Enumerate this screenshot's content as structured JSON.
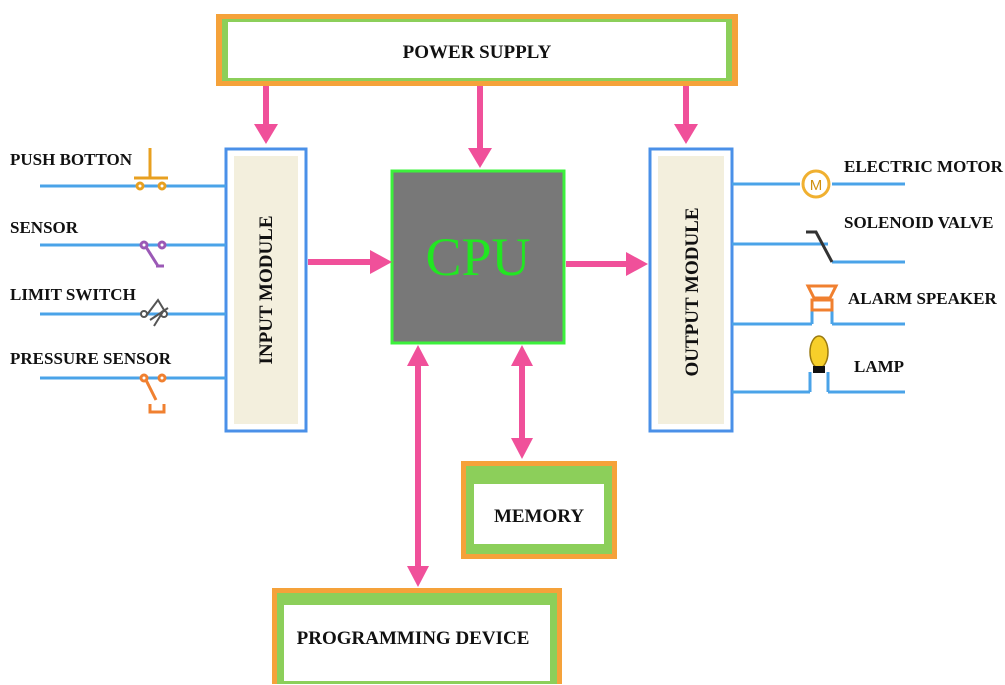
{
  "blocks": {
    "power_supply": "POWER SUPPLY",
    "cpu": "CPU",
    "input_module": "INPUT MODULE",
    "output_module": "OUTPUT MODULE",
    "memory": "MEMORY",
    "programming_device": "PROGRAMMING DEVICE"
  },
  "inputs": [
    "PUSH BOTTON",
    "SENSOR",
    "LIMIT SWITCH",
    "PRESSURE SENSOR"
  ],
  "outputs": [
    "ELECTRIC MOTOR",
    "SOLENOID VALVE",
    "ALARM SPEAKER",
    "LAMP"
  ],
  "motor_symbol": "M",
  "colors": {
    "arrow": "#f0509a",
    "wire": "#4aa3e8",
    "box_outer": "#f5a23a",
    "box_inner_border": "#8ccf5a",
    "module_border": "#4a90e8",
    "module_fill": "#f3efdd",
    "cpu_fill": "#787878",
    "cpu_border": "#3cf03c",
    "cpu_text": "#22e622"
  }
}
